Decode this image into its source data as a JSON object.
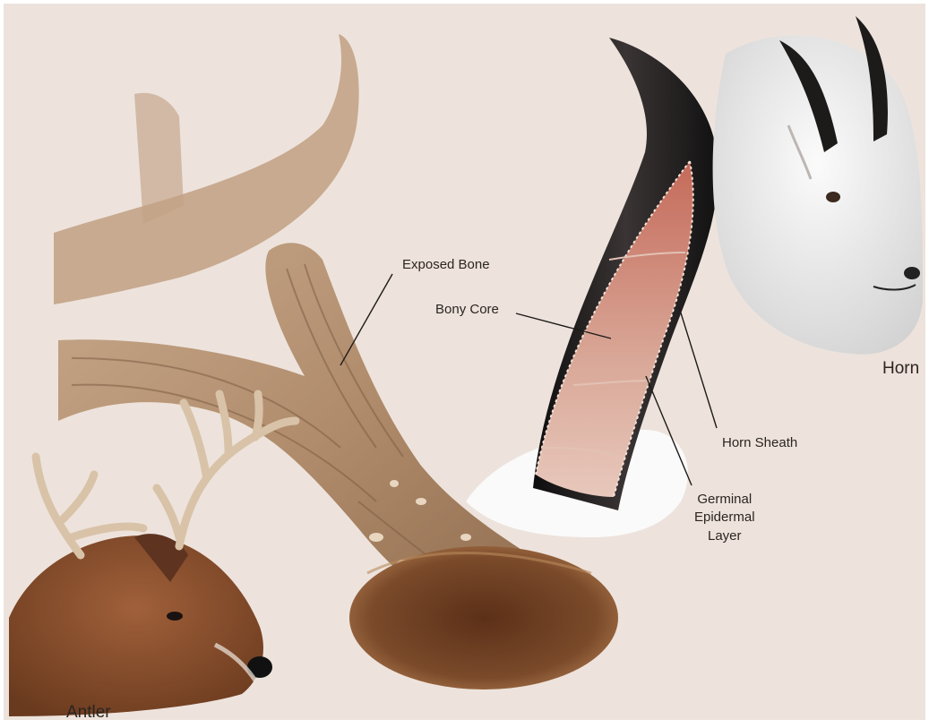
{
  "labels": {
    "exposed_bone": "Exposed Bone",
    "bony_core": "Bony Core",
    "horn_sheath": "Horn Sheath",
    "germinal_line1": "Germinal",
    "germinal_line2": "Epidermal",
    "germinal_line3": "Layer",
    "horn": "Horn",
    "antler": "Antler"
  },
  "icons": [
    "deer-head-icon",
    "goat-head-icon"
  ],
  "colors": {
    "background": "#ede3dc",
    "antler_bone": "#b08c6c",
    "antler_dark": "#8a6a4e",
    "velvet": "#7a4a2a",
    "horn_sheath": "#1c1a1a",
    "bony_core": "#d9a898",
    "goat_fur": "#ecebeb",
    "deer_fur": "#8a4f2c"
  }
}
